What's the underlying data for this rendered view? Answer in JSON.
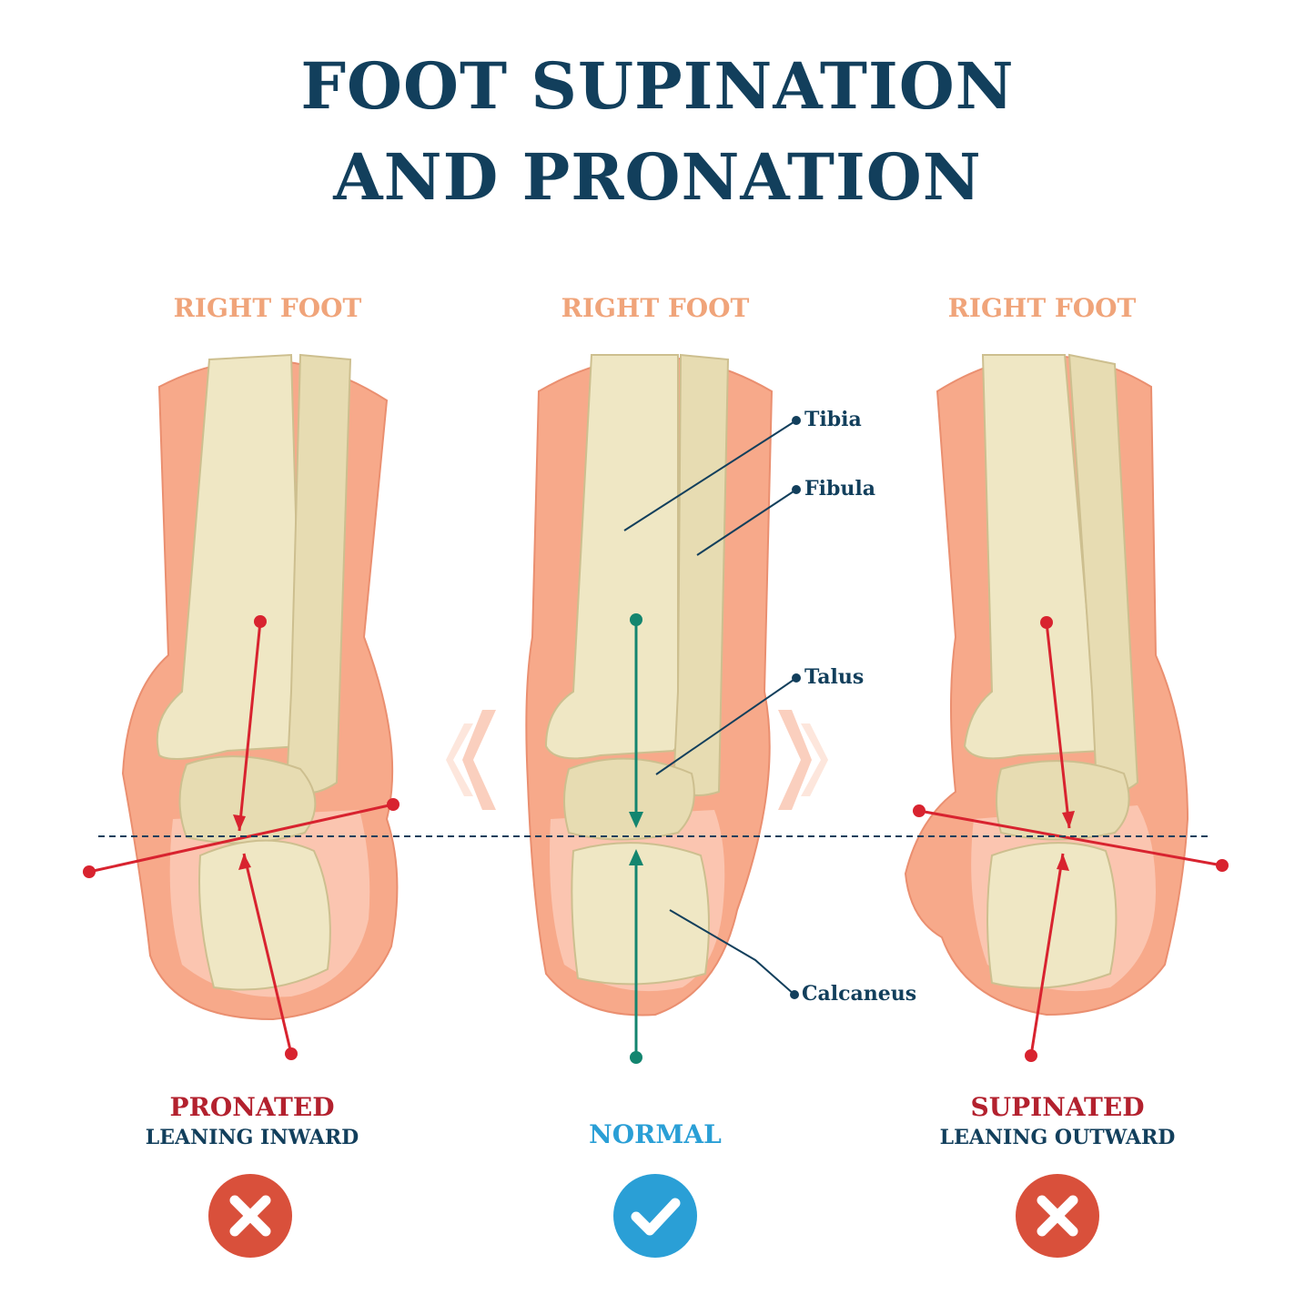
{
  "title": {
    "line1": "FOOT SUPINATION",
    "line2": "AND PRONATION"
  },
  "panels": [
    {
      "label": "RIGHT FOOT",
      "status": "PRONATED",
      "sub": "LEANING INWARD",
      "result": "wrong",
      "status_color": "#b3212e"
    },
    {
      "label": "RIGHT FOOT",
      "status": "NORMAL",
      "sub": "",
      "result": "correct",
      "status_color": "#2a9fd6"
    },
    {
      "label": "RIGHT FOOT",
      "status": "SUPINATED",
      "sub": "LEANING OUTWARD",
      "result": "wrong",
      "status_color": "#b3212e"
    }
  ],
  "bones": {
    "tibia": "Tibia",
    "fibula": "Fibula",
    "talus": "Talus",
    "calcaneus": "Calcaneus"
  },
  "colors": {
    "skin": "#f7a98a",
    "skin_light": "#fcd2c0",
    "bone": "#efe7c4",
    "bone_shade": "#d9cfa6",
    "red_axis": "#d8232f",
    "green_axis": "#13856f",
    "navy": "#123f5c",
    "wrong_badge": "#d9503b",
    "correct_badge": "#2a9fd6"
  },
  "icons": {
    "wrong": "x-circle-icon",
    "correct": "check-circle-icon"
  }
}
